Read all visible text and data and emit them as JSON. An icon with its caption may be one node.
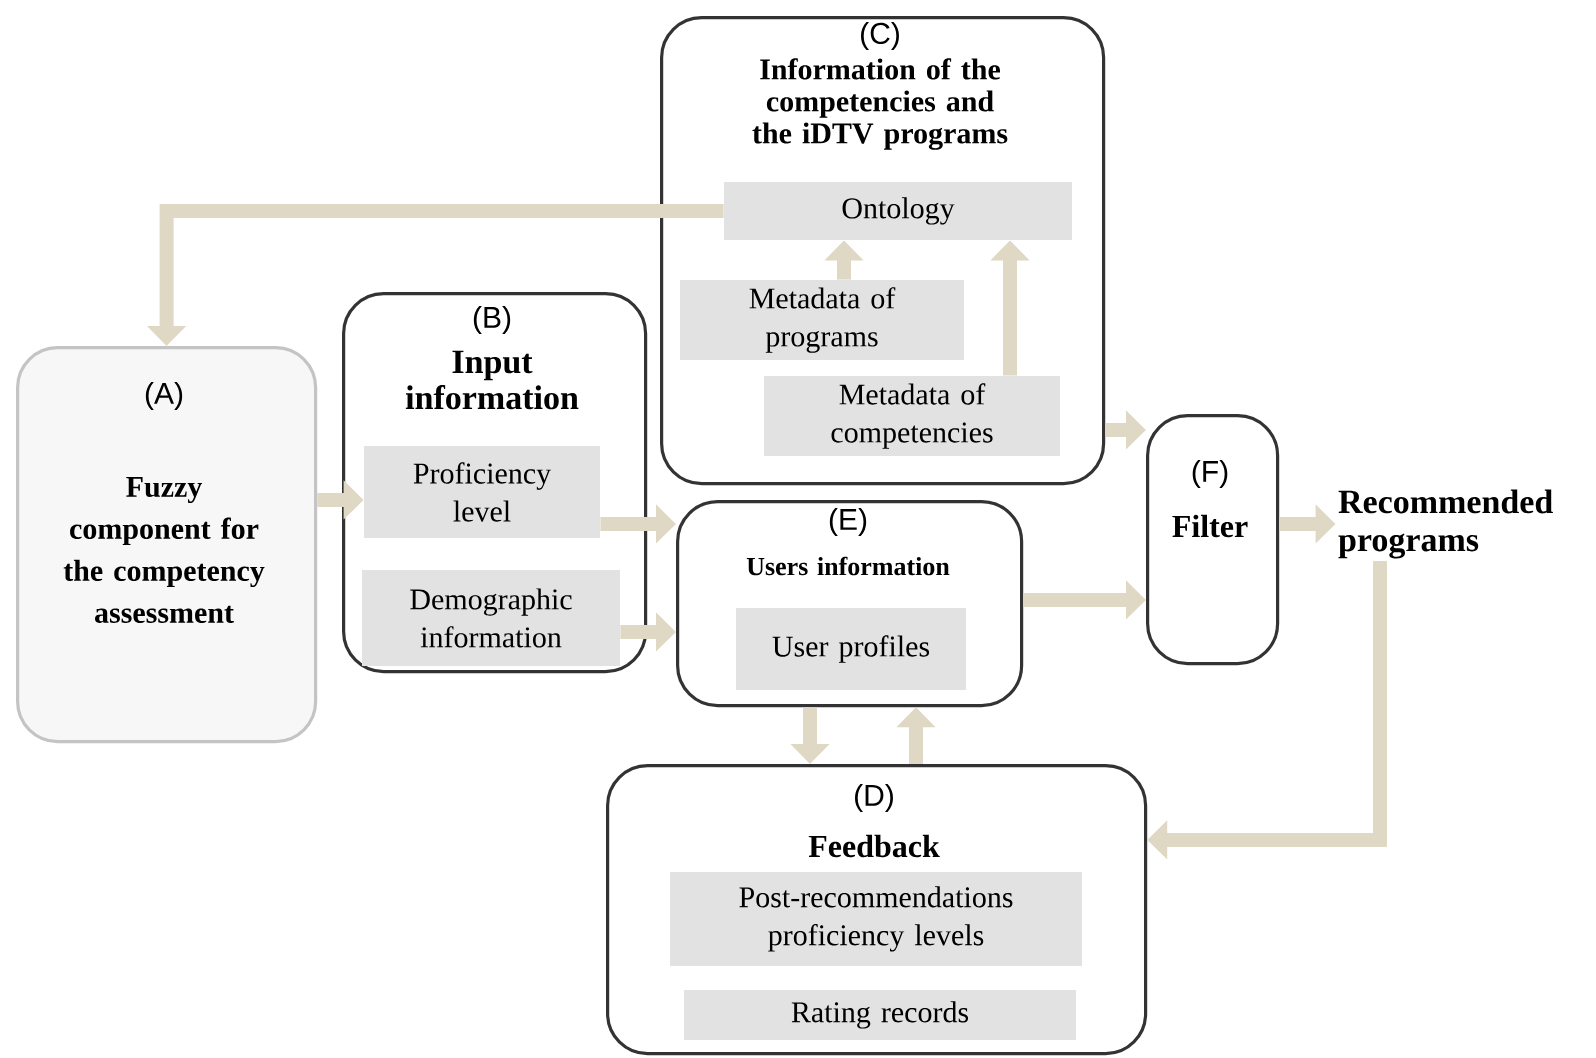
{
  "diagram": {
    "nodes": [
      {
        "text": [
          "(A)",
          "Fuzzy component for the competency assessment"
        ]
      },
      {
        "text": [
          "(B)",
          "Input information"
        ]
      },
      {
        "text": [
          "Proficiency level"
        ],
        "in": 1
      },
      {
        "text": [
          "Demographic information"
        ],
        "in": 1
      },
      {
        "text": [
          "(C)",
          "Information of the competencies and the iDTV programs"
        ]
      },
      {
        "text": [
          "Ontology"
        ],
        "in": 4
      },
      {
        "text": [
          "Metadata of programs"
        ],
        "in": 4
      },
      {
        "text": [
          "Metadata of competencies"
        ],
        "in": 4
      },
      {
        "text": [
          "(E)",
          "Users information"
        ]
      },
      {
        "text": [
          "User profiles"
        ],
        "in": 8
      },
      {
        "text": [
          "(F)",
          "Filter"
        ]
      },
      {
        "text": [
          "Recommended programs"
        ]
      },
      {
        "text": [
          "(D)",
          "Feedback"
        ]
      },
      {
        "text": [
          "Post-recommendations proficiency levels"
        ],
        "in": 12
      },
      {
        "text": [
          "Rating records"
        ],
        "in": 12
      }
    ],
    "edges": [
      {
        "from": 5,
        "to": 0,
        "arrow": "to"
      },
      {
        "from": 0,
        "to": 2,
        "arrow": "to"
      },
      {
        "from": 2,
        "to": 8,
        "arrow": "to"
      },
      {
        "from": 3,
        "to": 8,
        "arrow": "to"
      },
      {
        "from": 6,
        "to": 5,
        "arrow": "to"
      },
      {
        "from": 7,
        "to": 5,
        "arrow": "to"
      },
      {
        "from": 4,
        "to": 10,
        "arrow": "to"
      },
      {
        "from": 8,
        "to": 10,
        "arrow": "to"
      },
      {
        "from": 10,
        "to": 11,
        "arrow": "to"
      },
      {
        "from": 11,
        "to": 12,
        "arrow": "to"
      },
      {
        "from": 8,
        "to": 12,
        "arrow": "to"
      },
      {
        "from": 12,
        "to": 8,
        "arrow": "to"
      }
    ]
  }
}
